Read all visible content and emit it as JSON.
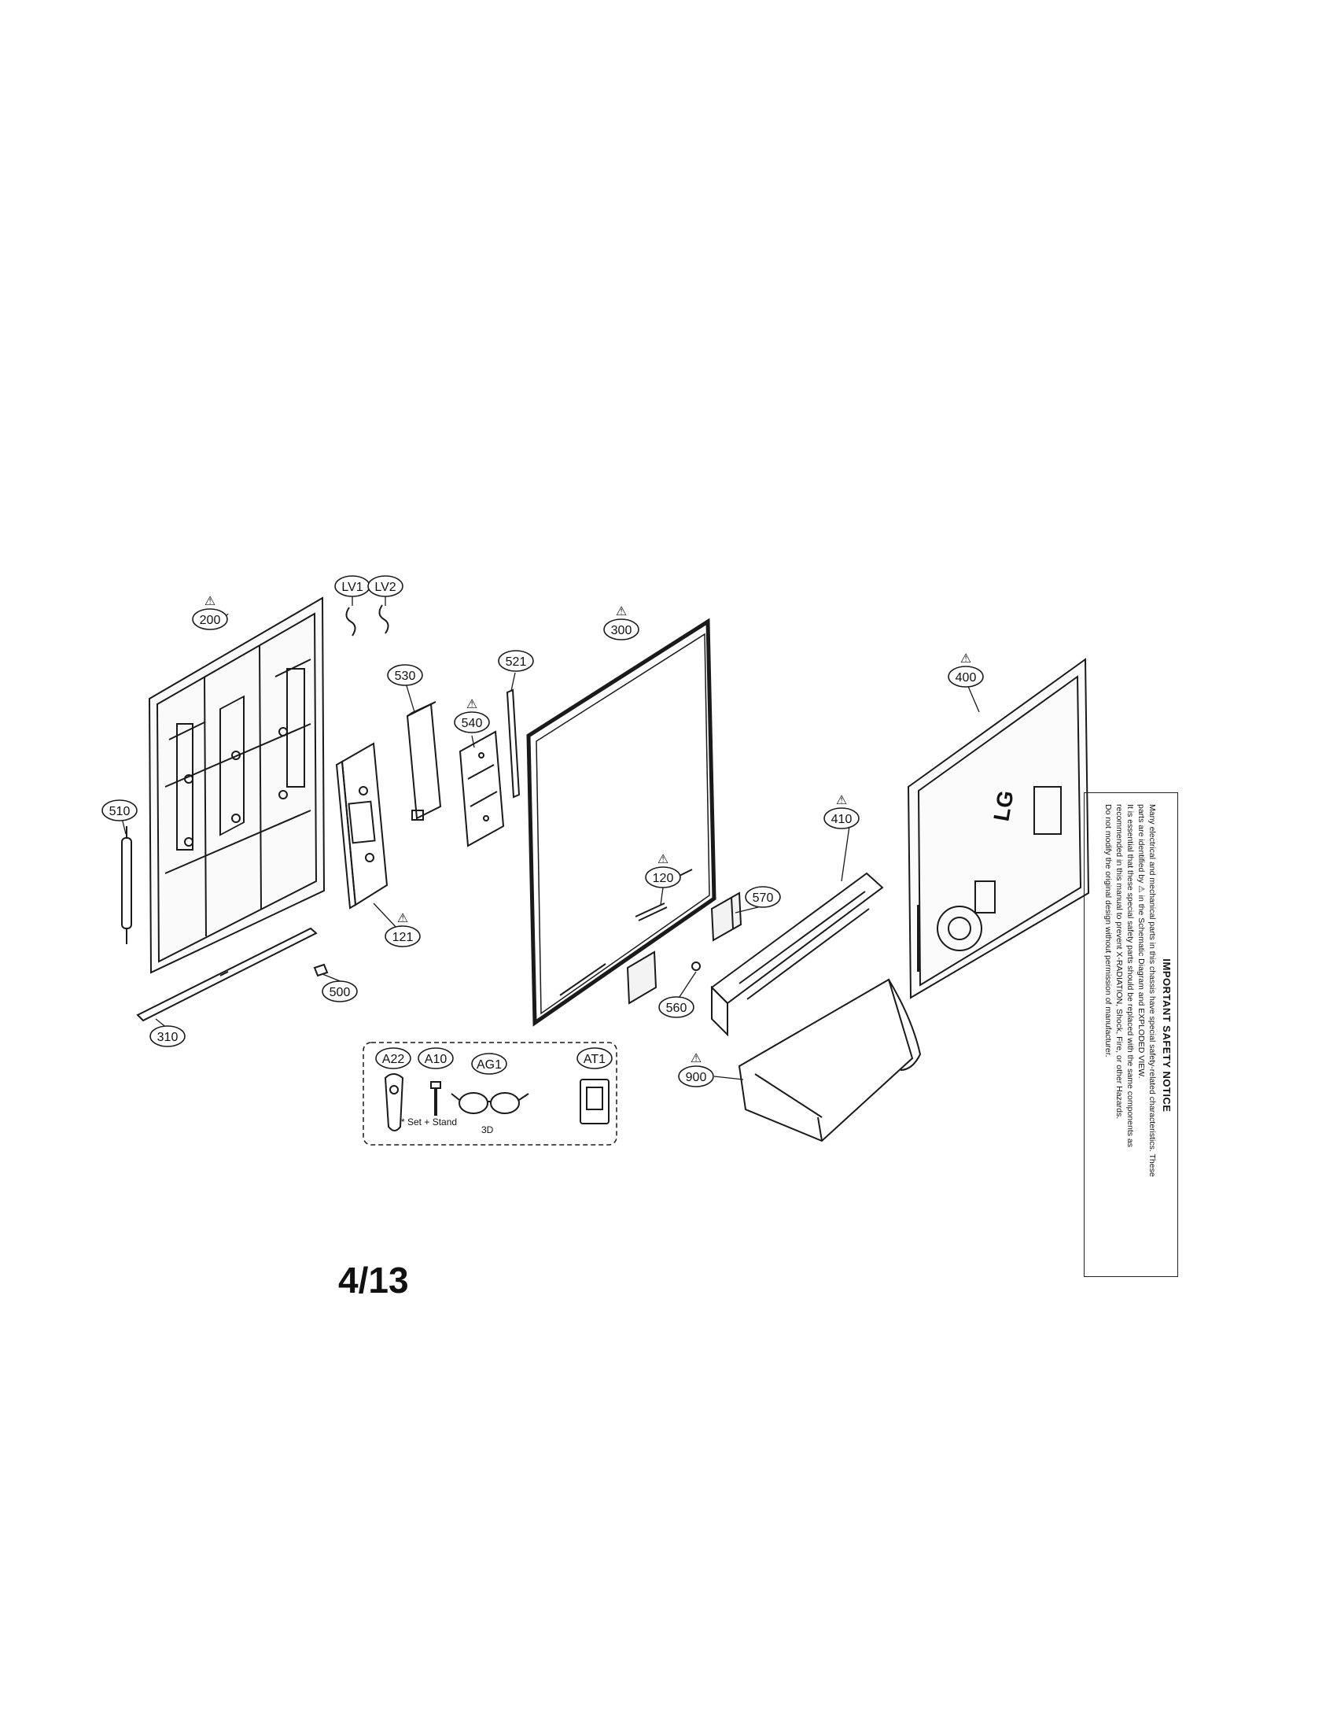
{
  "callouts": [
    {
      "id": "200",
      "label": "200",
      "warn": true
    },
    {
      "id": "LV1",
      "label": "LV1",
      "warn": false
    },
    {
      "id": "LV2",
      "label": "LV2",
      "warn": false
    },
    {
      "id": "530",
      "label": "530",
      "warn": false
    },
    {
      "id": "540",
      "label": "540",
      "warn": true
    },
    {
      "id": "521",
      "label": "521",
      "warn": false
    },
    {
      "id": "300",
      "label": "300",
      "warn": true
    },
    {
      "id": "400",
      "label": "400",
      "warn": true
    },
    {
      "id": "510",
      "label": "510",
      "warn": false
    },
    {
      "id": "121",
      "label": "121",
      "warn": true
    },
    {
      "id": "500",
      "label": "500",
      "warn": false
    },
    {
      "id": "310",
      "label": "310",
      "warn": false
    },
    {
      "id": "120",
      "label": "120",
      "warn": true
    },
    {
      "id": "570",
      "label": "570",
      "warn": false
    },
    {
      "id": "410",
      "label": "410",
      "warn": true
    },
    {
      "id": "560",
      "label": "560",
      "warn": false
    },
    {
      "id": "900",
      "label": "900",
      "warn": true
    },
    {
      "id": "A22",
      "label": "A22",
      "warn": false
    },
    {
      "id": "A10",
      "label": "A10",
      "warn": false
    },
    {
      "id": "AG1",
      "label": "AG1",
      "warn": false
    },
    {
      "id": "AT1",
      "label": "AT1",
      "warn": false
    }
  ],
  "warning_symbol": "⚠",
  "accessory_notes": {
    "set_stand": "* Set + Stand",
    "three_d": "3D"
  },
  "page_number": "4/13",
  "safety_notice": {
    "title": "IMPORTANT SAFETY NOTICE",
    "lines": [
      "Many electrical and mechanical parts in this chassis have special safety-related characteristics. These",
      "parts are identified by ⚠ in the Schematic Diagram and EXPLODED VIEW.",
      "It is essential that these special safety parts should be replaced with the same components as",
      "recommended in this manual to prevent X-RADIATION, Shock, Fire, or other Hazards.",
      "Do not modify the original design without permission of manufacturer."
    ]
  },
  "logo_text": "LG",
  "colors": {
    "ink": "#111111",
    "paper": "#ffffff"
  }
}
